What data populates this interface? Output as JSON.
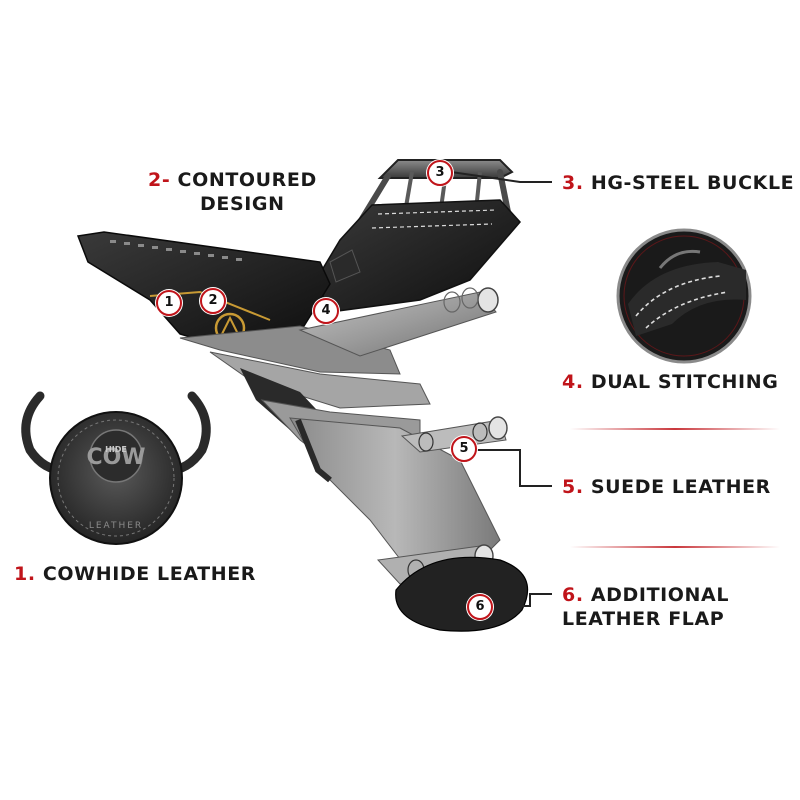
{
  "callouts": [
    {
      "number": "1.",
      "text": "COWHIDE LEATHER"
    },
    {
      "number": "2-",
      "text": "CONTOURED",
      "text2": "DESIGN"
    },
    {
      "number": "3.",
      "text": "HG-STEEL BUCKLE"
    },
    {
      "number": "4.",
      "text": "DUAL STITCHING"
    },
    {
      "number": "5.",
      "text": "SUEDE LEATHER"
    },
    {
      "number": "6.",
      "text": "ADDITIONAL",
      "text2": "LEATHER FLAP"
    }
  ],
  "markers": [
    "1",
    "2",
    "3",
    "4",
    "5",
    "6"
  ],
  "logo": {
    "text_main": "COW",
    "text_hide": "HIDE",
    "text_arc": "LEATHER"
  },
  "colors": {
    "accent": "#c0141a",
    "text": "#1a1a1a",
    "belt_dark": "#1c1c1c",
    "suede": "#9a9a9a"
  }
}
